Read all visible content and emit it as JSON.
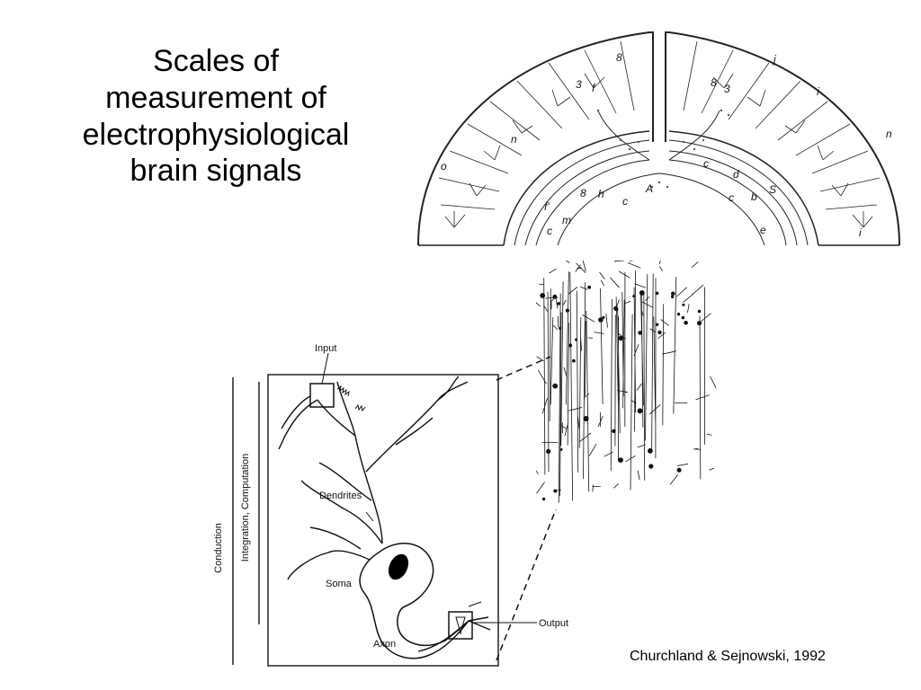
{
  "slide": {
    "title_lines": [
      "Scales of",
      "measurement of",
      "electrophysiological",
      "brain signals"
    ],
    "citation": "Churchland & Sejnowski, 1992"
  },
  "cortex_figure": {
    "labels": [
      "8",
      "3",
      "f",
      "n",
      "o",
      "h",
      "8",
      "c",
      "A",
      "f'",
      "m",
      "c",
      "8",
      "3",
      "j",
      "i",
      "c",
      "d",
      "b",
      "c",
      "S",
      "e",
      "i",
      "n"
    ]
  },
  "neuron_figure": {
    "input_label": "Input",
    "output_label": "Output",
    "dendrites_label": "Dendrites",
    "soma_label": "Soma",
    "axon_label": "Axon",
    "conduction_label": "Conduction",
    "integration_label": "Integration, Computation"
  }
}
